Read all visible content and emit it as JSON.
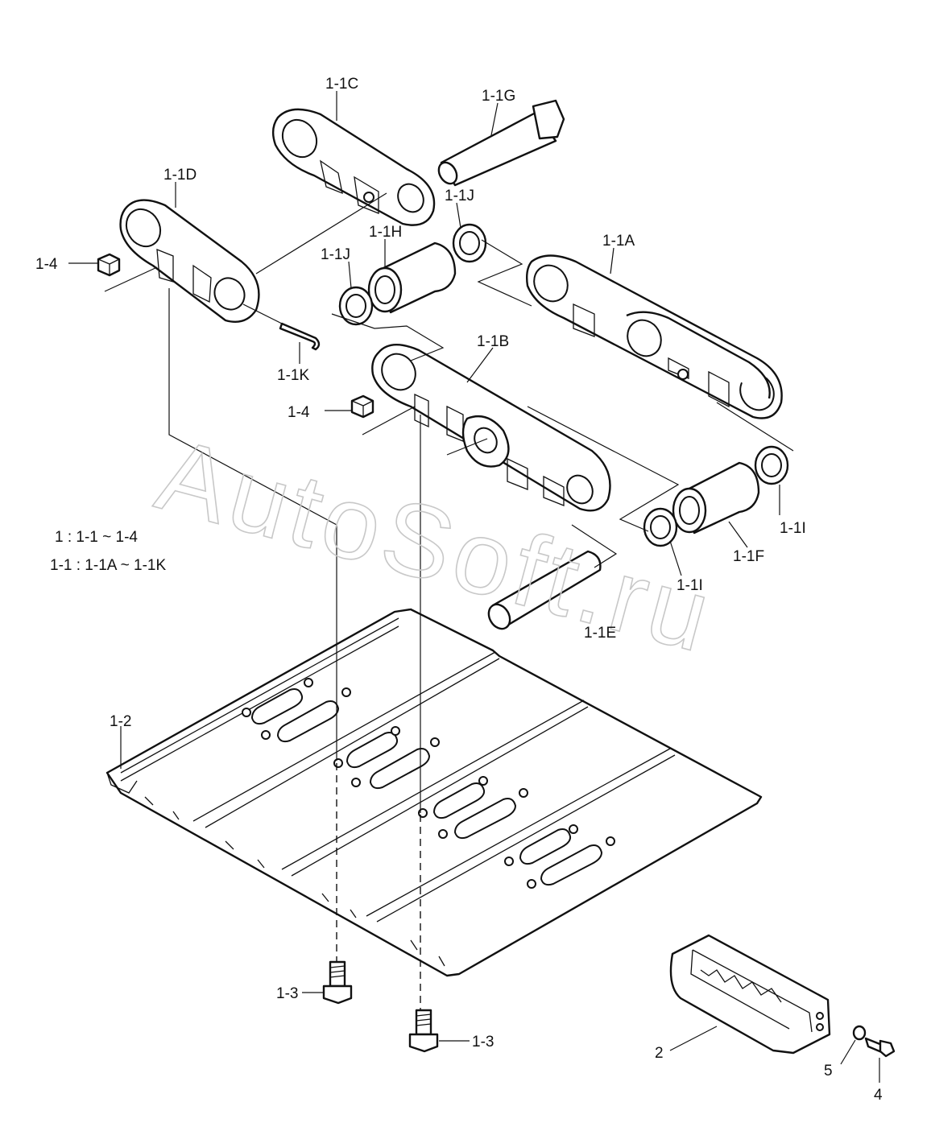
{
  "watermark": "AutoSoft.ru",
  "legend": [
    "1 : 1-1 ~ 1-4",
    "1-1 : 1-1A ~ 1-1K"
  ],
  "labels": {
    "l_1_1C": "1-1C",
    "l_1_1G": "1-1G",
    "l_1_1D": "1-1D",
    "l_1_1J_top": "1-1J",
    "l_1_1H": "1-1H",
    "l_1_1J_left": "1-1J",
    "l_1_1A": "1-1A",
    "l_1_4_top": "1-4",
    "l_1_1K": "1-1K",
    "l_1_1B": "1-1B",
    "l_1_4_mid": "1-4",
    "l_1_1I_right": "1-1I",
    "l_1_1F": "1-1F",
    "l_1_1I_mid": "1-1I",
    "l_1_1E": "1-1E",
    "l_1_2": "1-2",
    "l_1_3_left": "1-3",
    "l_1_3_right": "1-3",
    "l_2": "2",
    "l_5": "5",
    "l_4": "4"
  }
}
